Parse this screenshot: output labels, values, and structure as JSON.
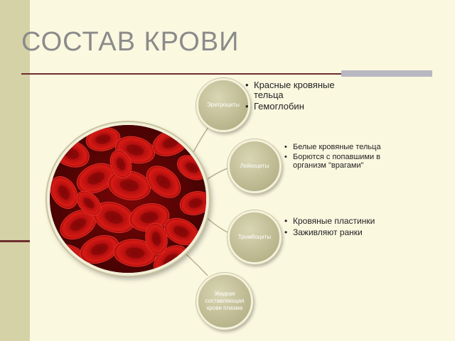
{
  "slide": {
    "title": "СОСТАВ КРОВИ"
  },
  "nodes": [
    {
      "label": "Эритроциты",
      "bullets": [
        "Красные кровяные тельца",
        "Гемоглобин"
      ]
    },
    {
      "label": "Лейкоциты",
      "bullets": [
        "Белые кровяные тельца",
        "Борются с попавшими в организм \"врагами\""
      ]
    },
    {
      "label": "Тромбоциты",
      "bullets": [
        "Кровяные пластинки",
        "Заживляют ранки"
      ]
    },
    {
      "label": "Жидкая составляющая крови плазма",
      "bullets": []
    }
  ],
  "colors": {
    "background": "#fbf8e0",
    "accent": "#6e2e2e",
    "node_fill": "#b9b58c",
    "cells": "#c41010"
  },
  "image": {
    "subject": "red-blood-cells-photo"
  }
}
